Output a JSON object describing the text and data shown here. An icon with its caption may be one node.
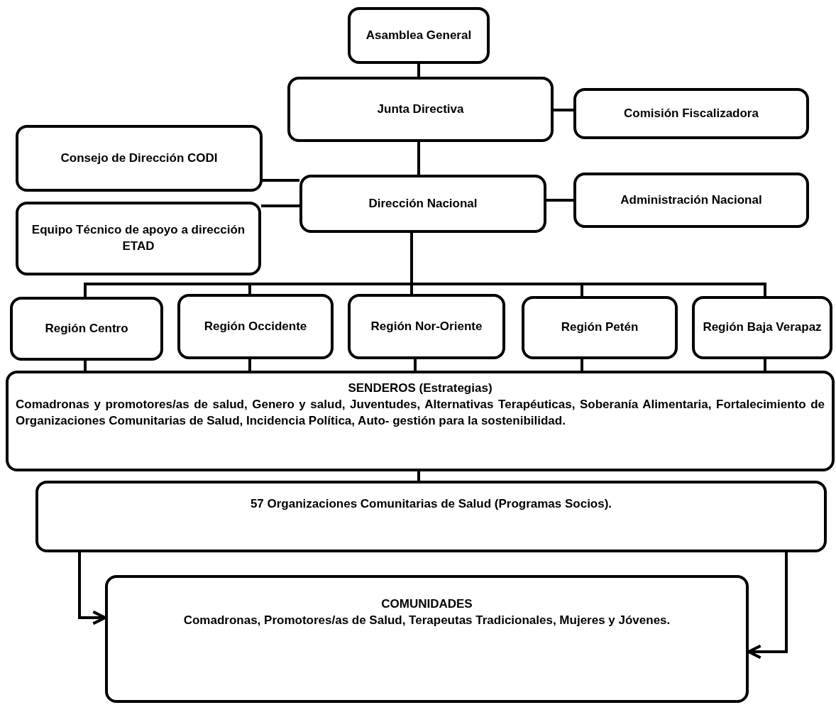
{
  "diagram": {
    "nodes": [
      {
        "text": [
          "Asamblea General"
        ]
      },
      {
        "text": [
          "Junta Directiva"
        ]
      },
      {
        "text": [
          "Comisión Fiscalizadora"
        ]
      },
      {
        "text": [
          "Consejo de Dirección CODI"
        ]
      },
      {
        "text": [
          "Dirección Nacional"
        ]
      },
      {
        "text": [
          "Administración Nacional"
        ]
      },
      {
        "text": [
          "Equipo Técnico de apoyo a dirección ETAD"
        ]
      },
      {
        "text": [
          "Región Centro"
        ]
      },
      {
        "text": [
          "Región Occidente"
        ]
      },
      {
        "text": [
          "Región Nor-Oriente"
        ]
      },
      {
        "text": [
          "Región  Petén"
        ]
      },
      {
        "text": [
          "Región Baja Verapaz"
        ]
      },
      {
        "text": [
          "SENDEROS (Estrategias)",
          "Comadronas y promotores/as de salud, Genero y salud, Juventudes, Alternativas Terapéuticas, Soberanía Alimentaria, Fortalecimiento de Organizaciones Comunitarias de Salud, Incidencia Política, Auto- gestión para la sostenibilidad."
        ]
      },
      {
        "text": [
          "57 Organizaciones  Comunitarias de Salud (Programas  Socios)."
        ]
      },
      {
        "text": [
          "COMUNIDADES",
          "Comadronas, Promotores/as de Salud, Terapeutas Tradicionales, Mujeres y Jóvenes."
        ]
      }
    ],
    "edges": [
      {
        "from": 0,
        "to": 1,
        "arrow": "none"
      },
      {
        "from": 1,
        "to": 2,
        "arrow": "none"
      },
      {
        "from": 1,
        "to": 4,
        "arrow": "none"
      },
      {
        "from": 3,
        "to": 4,
        "arrow": "none"
      },
      {
        "from": 6,
        "to": 4,
        "arrow": "none"
      },
      {
        "from": 4,
        "to": 5,
        "arrow": "none"
      },
      {
        "from": 4,
        "to": 7,
        "arrow": "none"
      },
      {
        "from": 4,
        "to": 8,
        "arrow": "none"
      },
      {
        "from": 4,
        "to": 9,
        "arrow": "none"
      },
      {
        "from": 4,
        "to": 10,
        "arrow": "none"
      },
      {
        "from": 4,
        "to": 11,
        "arrow": "none"
      },
      {
        "from": 7,
        "to": 12,
        "arrow": "none"
      },
      {
        "from": 8,
        "to": 12,
        "arrow": "none"
      },
      {
        "from": 9,
        "to": 12,
        "arrow": "none"
      },
      {
        "from": 10,
        "to": 12,
        "arrow": "none"
      },
      {
        "from": 11,
        "to": 12,
        "arrow": "none"
      },
      {
        "from": 12,
        "to": 13,
        "arrow": "none"
      },
      {
        "from": 13,
        "to": 14,
        "arrow": "to"
      },
      {
        "from": 13,
        "to": 14,
        "arrow": "to"
      }
    ]
  }
}
